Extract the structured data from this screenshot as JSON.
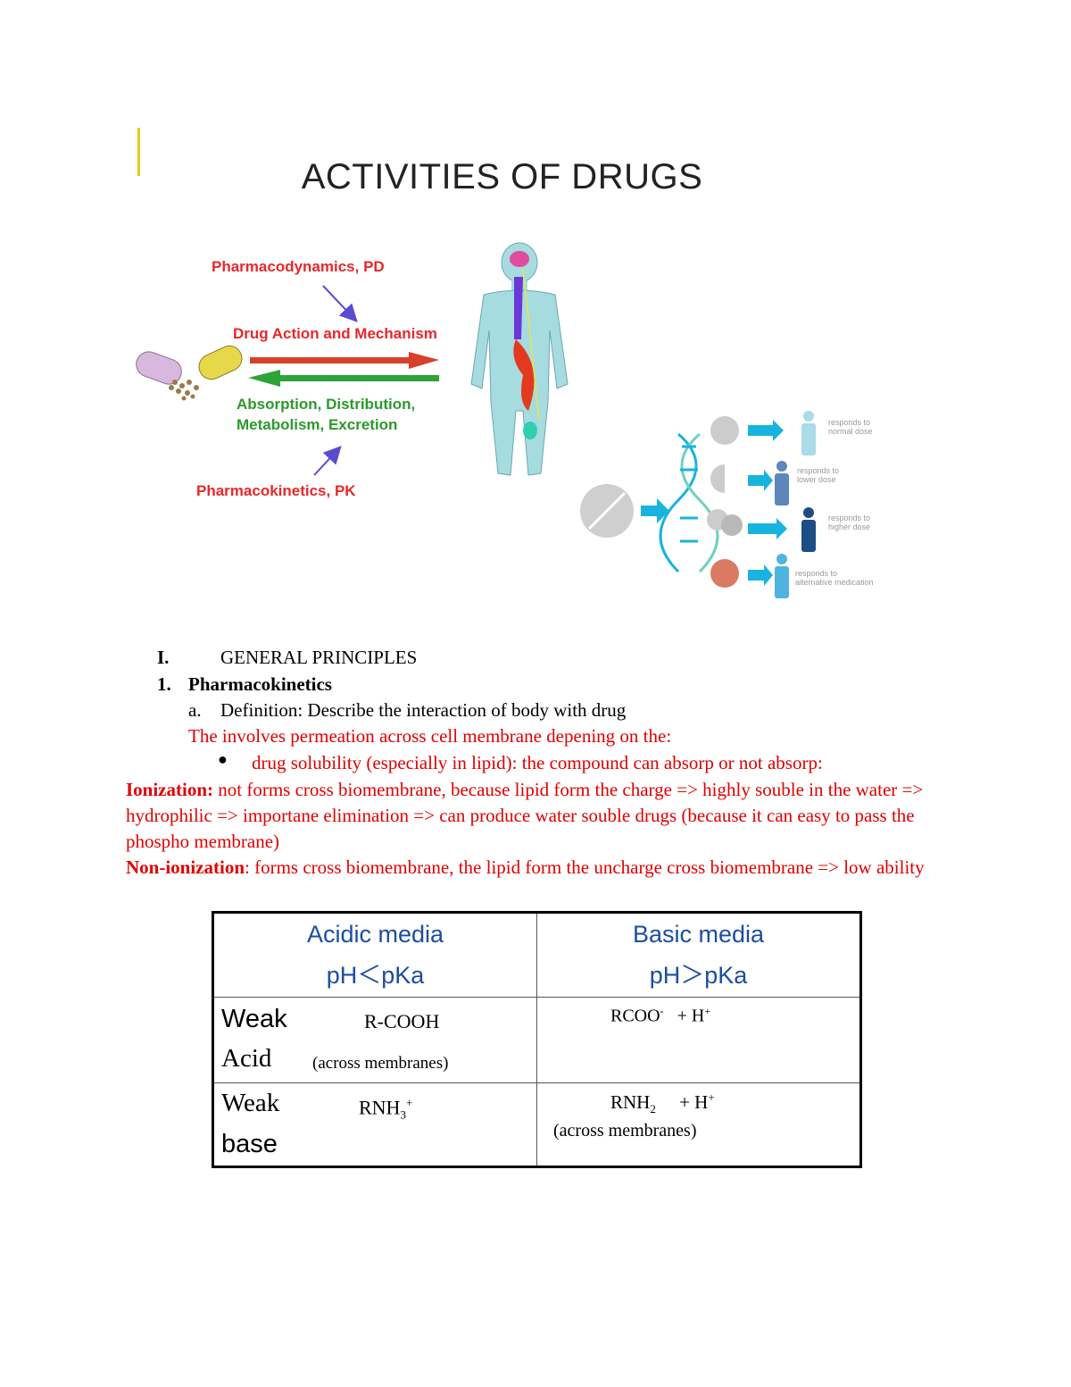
{
  "header": {
    "title": "ACTIVITIES OF DRUGS"
  },
  "figure": {
    "pd_label": "Pharmacodynamics, PD",
    "action_label": "Drug Action and Mechanism",
    "adme_line1": "Absorption, Distribution,",
    "adme_line2": "Metabolism, Excretion",
    "pk_label": "Pharmacokinetics, PK",
    "responses": [
      {
        "line1": "responds to",
        "line2": "normal dose"
      },
      {
        "line1": "responds to",
        "line2": "lower dose"
      },
      {
        "line1": "responds to",
        "line2": "higher dose"
      },
      {
        "line1": "responds to",
        "line2": "alternative medication"
      }
    ],
    "colors": {
      "red": "#e8272b",
      "green": "#2a9a2a",
      "cyan": "#19b3e0",
      "body": "#a6dbe0"
    }
  },
  "section": {
    "numeral": "I.",
    "title": "GENERAL PRINCIPLES"
  },
  "subsection": {
    "number": "1.",
    "title": "Pharmacokinetics"
  },
  "definition": {
    "letter": "a.",
    "text": "Definition: Describe the interaction of body with drug"
  },
  "involves_line": "The involves permeation across cell membrane depening on the:",
  "bullet": {
    "symbol": "●",
    "text": "drug solubility (especially in lipid): the compound can absorp or not absorp:"
  },
  "ionization": {
    "label": "Ionization:",
    "text": " not forms cross biomembrane, because lipid form the charge => highly souble in the water => hydrophilic => importane elimination => can produce water souble drugs (because it can easy to pass the phospho membrane)"
  },
  "nonionization": {
    "label": "Non-ionization",
    "text": ": forms cross biomembrane, the lipid form the uncharge cross biomembrane => low ability"
  },
  "table": {
    "header_left_1": "Acidic  media",
    "header_left_2": "pH＜pKa",
    "header_right_1": "Basic  media",
    "header_right_2": "pH＞pKa",
    "acid_label_1": "Weak",
    "acid_label_2": "Acid",
    "acid_formula": "R-COOH",
    "acid_note": "(across membranes)",
    "acid_ion": "RCOO",
    "acid_ion_sup": "-",
    "acid_plus": "+ H",
    "acid_plus_sup": "+",
    "base_label_1": "Weak",
    "base_label_2": "base",
    "base_formula": "RNH",
    "base_formula_sub": "3",
    "base_formula_sup": "+",
    "base_neutral": "RNH",
    "base_neutral_sub": "2",
    "base_plus": "+ H",
    "base_plus_sup": "+",
    "base_note": "(across membranes)"
  }
}
